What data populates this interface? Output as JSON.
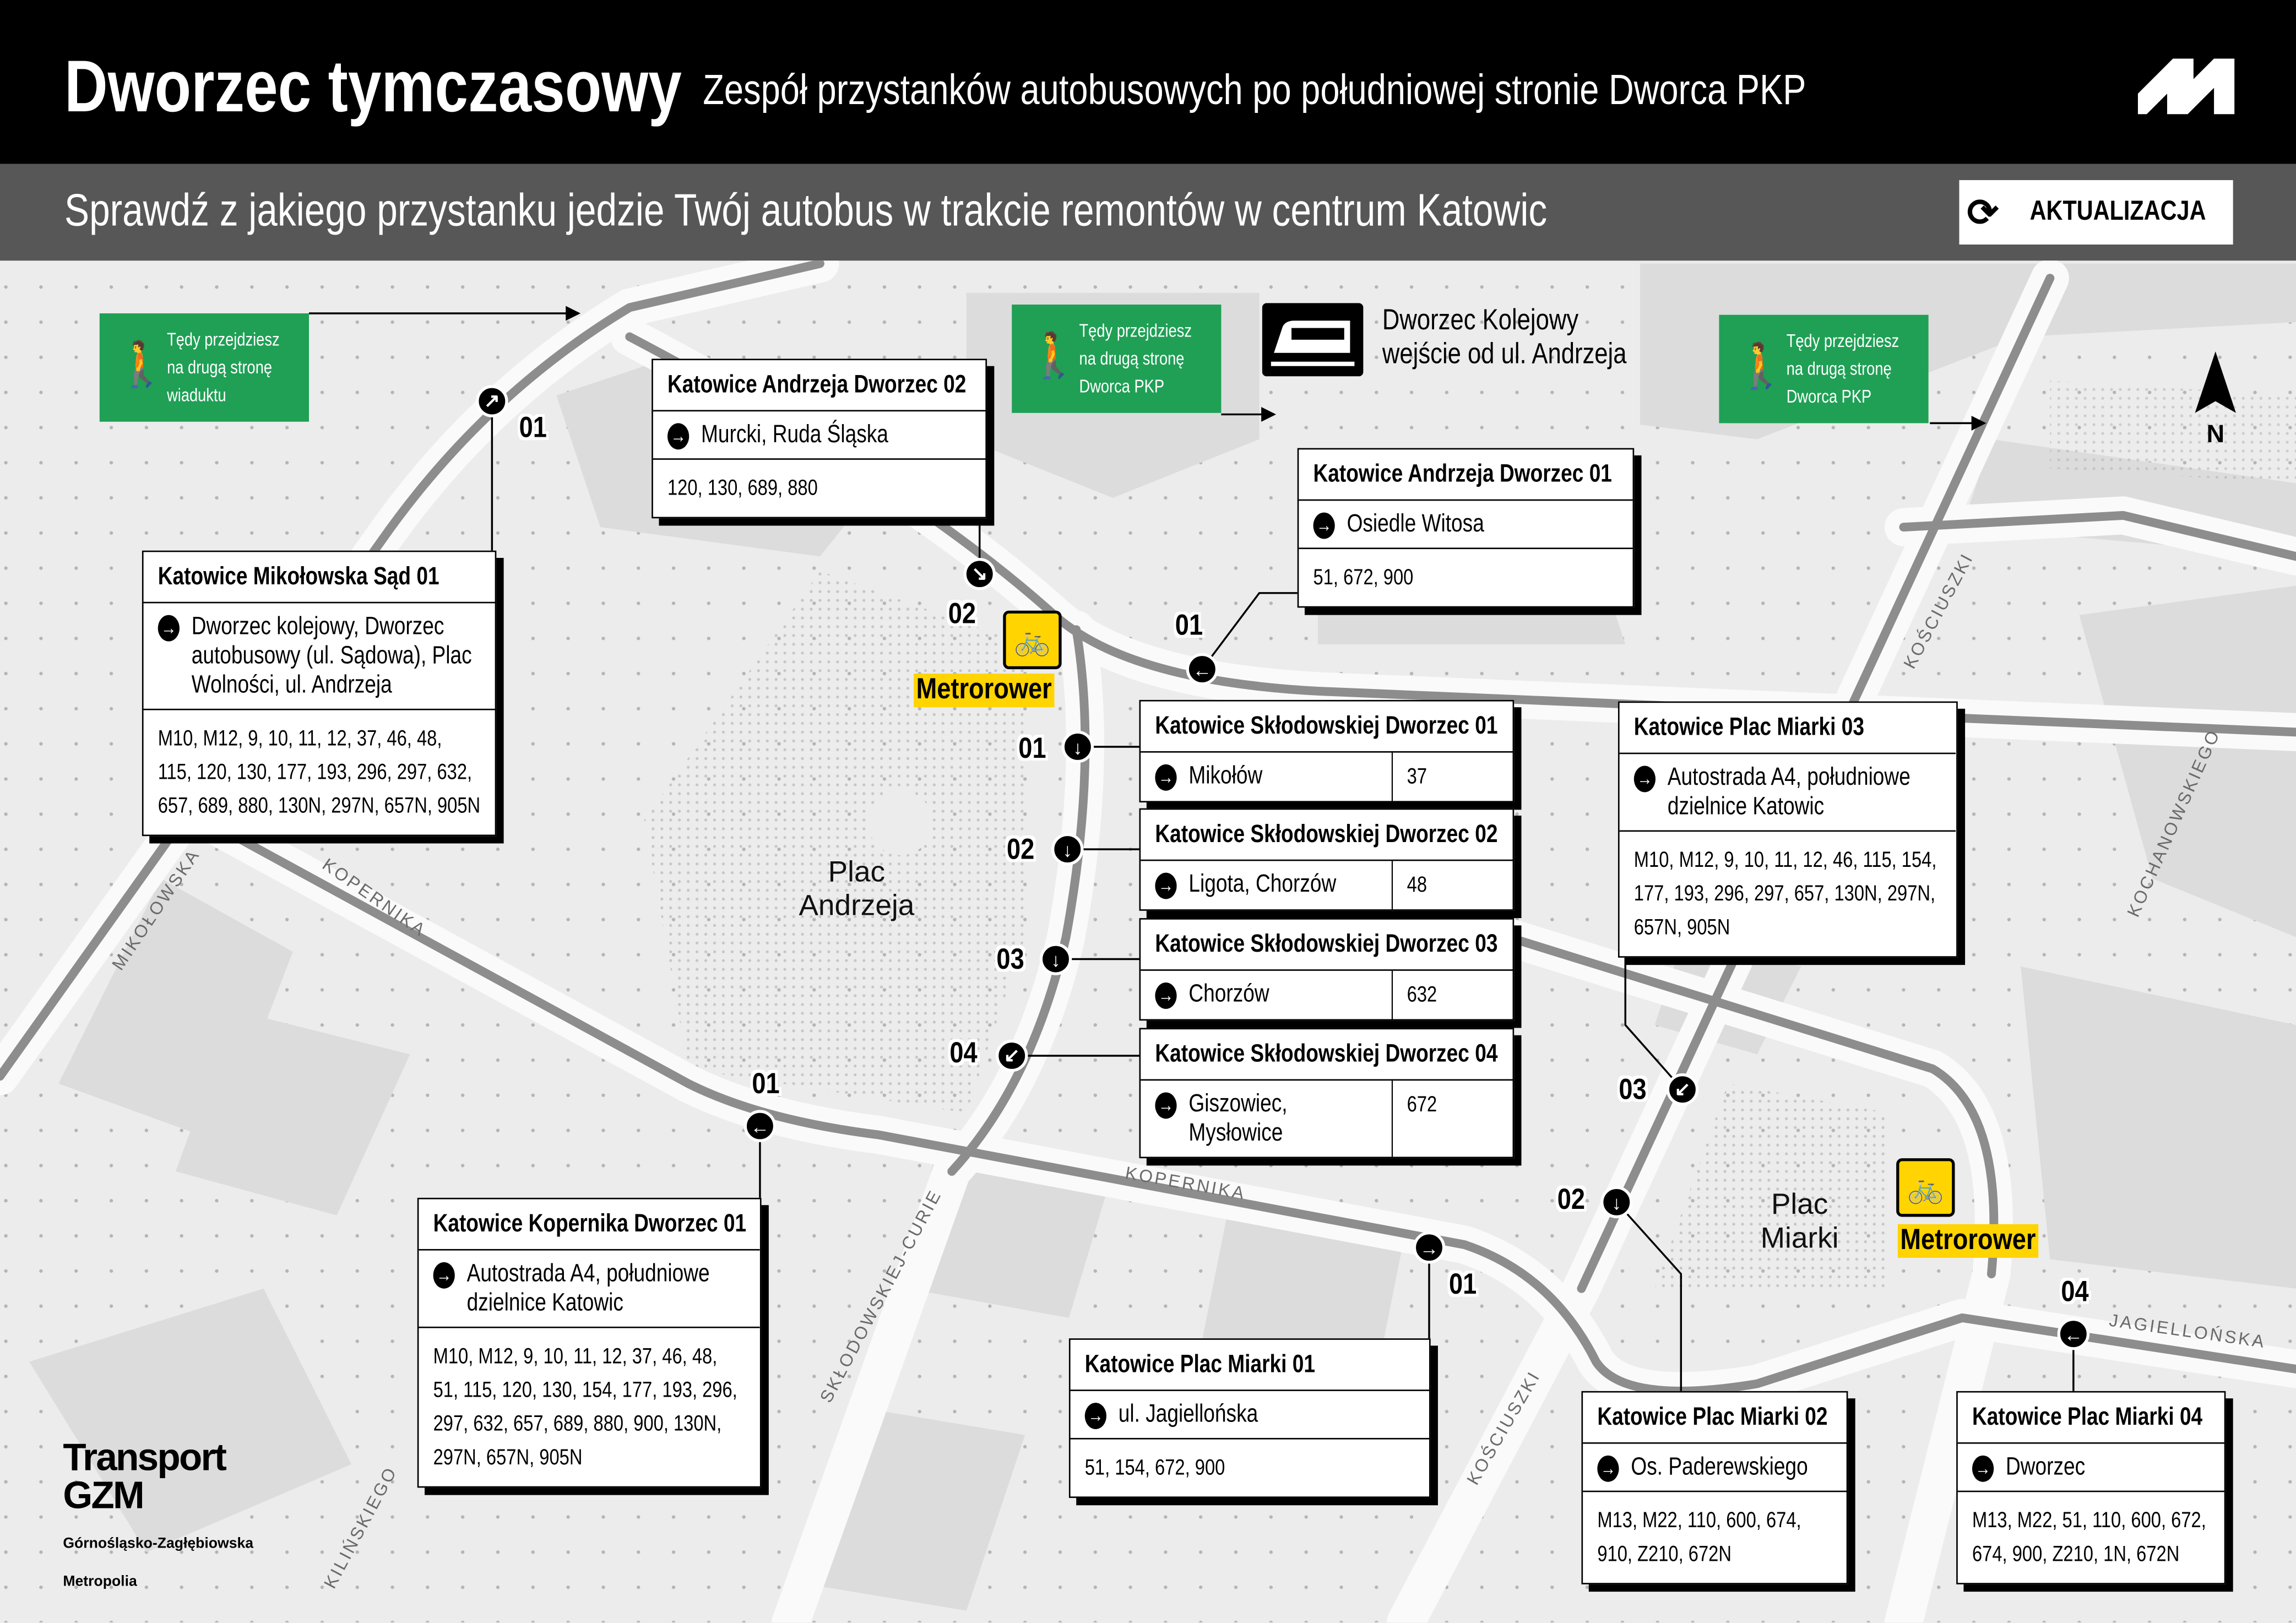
{
  "header": {
    "title": "Dworzec tymczasowy",
    "subtitle": "Zespół przystanków autobusowych po południowej stronie Dworca PKP",
    "logo": "metropolia-logo"
  },
  "subheader": {
    "text": "Sprawdź z jakiego przystanku jedzie Twój autobus w trakcie remontów w centrum Katowic",
    "update_button": "AKTUALIZACJA",
    "update_icon": "refresh-icon"
  },
  "colors": {
    "header": "#000000",
    "subheader": "#575757",
    "crossing": "#1fa055",
    "metrorower": "#ffd400",
    "map_bg": "#ececec"
  },
  "crossings": [
    {
      "lines": [
        "Tędy przejdziesz",
        "na drugą stronę",
        "wiaduktu"
      ]
    },
    {
      "lines": [
        "Tędy przejdziesz",
        "na drugą stronę",
        "Dworca PKP"
      ]
    },
    {
      "lines": [
        "Tędy przejdziesz",
        "na drugą stronę",
        "Dworca PKP"
      ]
    }
  ],
  "railway_station": {
    "line1": "Dworzec Kolejowy",
    "line2": "wejście od ul. Andrzeja",
    "icon": "train-icon"
  },
  "north_label": "N",
  "places": [
    {
      "line1": "Plac",
      "line2": "Andrzeja"
    },
    {
      "line1": "Plac",
      "line2": "Miarki"
    }
  ],
  "metrorower": "Metrorower",
  "streets": [
    "KOŚCIUSZKI",
    "KOCHANOWSKIEGO",
    "MIKOŁOWSKA",
    "KOPERNIKA",
    "KOPERNIKA",
    "SKŁODOWSKIEJ-CURIE",
    "KOŚCIUSZKI",
    "JAGIELLOŃSKA",
    "KILIŃSKIEGO"
  ],
  "stops": [
    {
      "marker": "01",
      "title": "Katowice Mikołowska Sąd 01",
      "direction": "Dworzec kolejowy, Dworzec autobusowy (ul. Sądowa), Plac Wolności, ul. Andrzeja",
      "routes": "M10, M12, 9, 10, 11, 12, 37, 46, 48, 115, 120, 130, 177, 193, 296, 297, 632, 657, 689, 880, 130N, 297N, 657N, 905N"
    },
    {
      "marker": "02",
      "title": "Katowice Andrzeja Dworzec 02",
      "direction": "Murcki, Ruda Śląska",
      "routes": "120, 130, 689, 880"
    },
    {
      "marker": "01",
      "title": "Katowice Andrzeja Dworzec 01",
      "direction": "Osiedle Witosa",
      "routes": "51, 672, 900"
    },
    {
      "marker": "01",
      "title": "Katowice Skłodowskiej Dworzec 01",
      "direction": "Mikołów",
      "routes": "37"
    },
    {
      "marker": "02",
      "title": "Katowice Skłodowskiej Dworzec 02",
      "direction": "Ligota, Chorzów",
      "routes": "48"
    },
    {
      "marker": "03",
      "title": "Katowice Skłodowskiej Dworzec 03",
      "direction": "Chorzów",
      "routes": "632"
    },
    {
      "marker": "04",
      "title": "Katowice Skłodowskiej Dworzec 04",
      "direction": "Giszowiec, Mysłowice",
      "routes": "672"
    },
    {
      "marker": "03",
      "title": "Katowice Plac Miarki 03",
      "direction": "Autostrada A4, południowe dzielnice Katowic",
      "routes": "M10, M12, 9, 10, 11, 12, 46, 115, 154, 177, 193, 296, 297, 657, 130N, 297N, 657N, 905N"
    },
    {
      "marker": "01",
      "title": "Katowice Kopernika Dworzec 01",
      "direction": "Autostrada A4, południowe dzielnice Katowic",
      "routes": "M10, M12, 9, 10, 11, 12, 37, 46, 48, 51, 115, 120, 130, 154, 177, 193, 296, 297, 632, 657, 689, 880, 900, 130N, 297N, 657N, 905N"
    },
    {
      "marker": "01",
      "title": "Katowice Plac Miarki 01",
      "direction": "ul. Jagiellońska",
      "routes": "51, 154, 672, 900"
    },
    {
      "marker": "02",
      "title": "Katowice Plac Miarki 02",
      "direction": "Os. Paderewskiego",
      "routes": "M13, M22, 110, 600, 674, 910, Z210, 672N"
    },
    {
      "marker": "04",
      "title": "Katowice Plac Miarki 04",
      "direction": "Dworzec",
      "routes": "M13, M22, 51, 110, 600, 672, 674, 900, Z210, 1N, 672N"
    }
  ],
  "brand": {
    "line1": "Transport",
    "line2": "GZM",
    "line3": "Górnośląsko-Zagłębiowska",
    "line4": "Metropolia"
  }
}
